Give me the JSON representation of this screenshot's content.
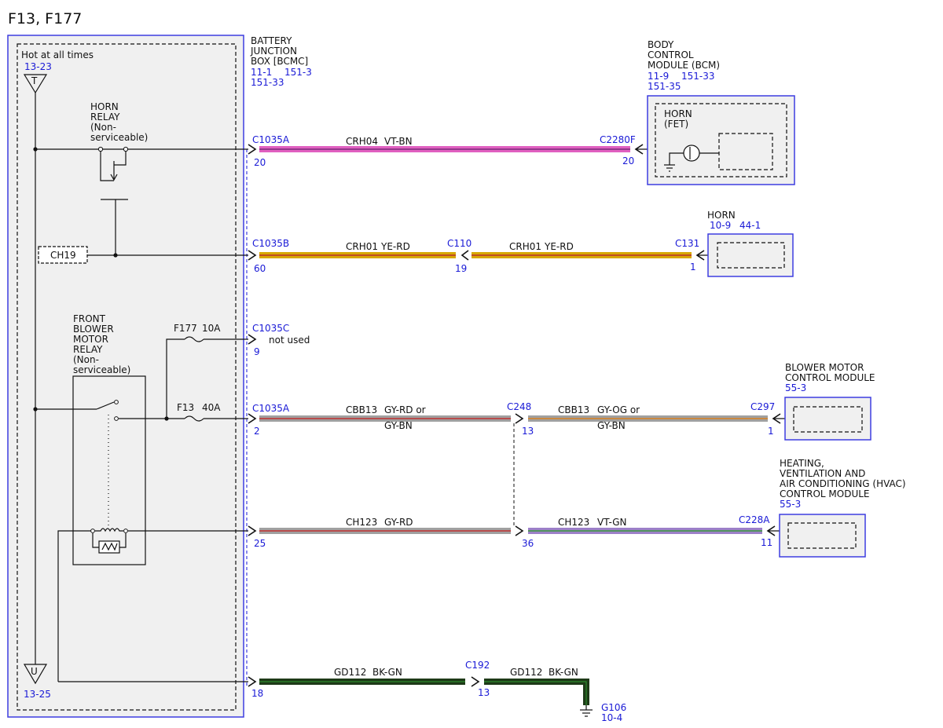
{
  "title": "F13, F177",
  "colors": {
    "boundary_blue": "#3d3de0",
    "ref_blue": "#1a1ad6",
    "wire_vt_bn": "#e060c0",
    "wire_ye_rd": "#d8a800",
    "wire_gy_rd": "#c06060",
    "wire_gy_og": "#b49050",
    "wire_vt_gn": "#9c80c8",
    "wire_bk_gn": "#1e3a18",
    "module_fill": "#f0f0f0"
  },
  "fuse_box": {
    "hot_label": "Hot at all times",
    "top_ref": "13-23",
    "top_terminal": "T",
    "bottom_ref": "13-25",
    "bottom_terminal": "U",
    "horn_relay": [
      "HORN",
      "RELAY",
      "(Non-",
      "serviceable)"
    ],
    "ch19": "CH19",
    "blower_relay": [
      "FRONT",
      "BLOWER",
      "MOTOR",
      "RELAY",
      "(Non-",
      "serviceable)"
    ],
    "fuse_f177": {
      "name": "F177",
      "rating": "10A"
    },
    "fuse_f13": {
      "name": "F13",
      "rating": "40A"
    }
  },
  "bjb": {
    "name": [
      "BATTERY",
      "JUNCTION",
      "BOX [BCMC]"
    ],
    "refs": [
      "11-1",
      "151-3",
      "151-33"
    ]
  },
  "connectors": {
    "c1035a_1": {
      "name": "C1035A",
      "pin": "20"
    },
    "c1035b": {
      "name": "C1035B",
      "pin": "60"
    },
    "c1035c": {
      "name": "C1035C",
      "pin": "9",
      "note": "not used"
    },
    "c1035a_2": {
      "name": "C1035A",
      "pin": "2"
    },
    "pin25": "25",
    "pin18": "18"
  },
  "circuits": {
    "horn_bcm": {
      "circuit": "CRH04",
      "color": "VT-BN",
      "far_connector": "C2280F",
      "far_pin": "20"
    },
    "horn": {
      "circuit1": "CRH01",
      "color1": "YE-RD",
      "inline_connector": "C110",
      "inline_pin": "19",
      "circuit2": "CRH01",
      "color2": "YE-RD",
      "far_connector": "C131",
      "far_pin": "1"
    },
    "blower": {
      "circuit1": "CBB13",
      "color1a": "GY-RD  or",
      "color1b": "GY-BN",
      "inline_connector": "C248",
      "inline_pin": "13",
      "circuit2": "CBB13",
      "color2a": "GY-OG  or",
      "color2b": "GY-BN",
      "far_connector": "C297",
      "far_pin": "1"
    },
    "hvac": {
      "circuit1": "CH123",
      "color1": "GY-RD",
      "inline_pin": "36",
      "circuit2": "CH123",
      "color2": "VT-GN",
      "far_connector": "C228A",
      "far_pin": "11"
    },
    "ground": {
      "circuit1": "GD112",
      "color1": "BK-GN",
      "inline_connector": "C192",
      "inline_pin": "13",
      "circuit2": "GD112",
      "color2": "BK-GN",
      "ground_name": "G106",
      "ground_ref": "10-4"
    }
  },
  "modules": {
    "bcm": {
      "name": [
        "BODY",
        "CONTROL",
        "MODULE (BCM)"
      ],
      "refs": [
        "11-9",
        "151-33",
        "151-35"
      ],
      "inner": [
        "HORN",
        "(FET)"
      ]
    },
    "horn": {
      "name": [
        "HORN"
      ],
      "refs": [
        "10-9",
        "44-1"
      ]
    },
    "blower_cm": {
      "name": [
        "BLOWER MOTOR",
        "CONTROL MODULE"
      ],
      "refs": [
        "55-3"
      ]
    },
    "hvac": {
      "name": [
        "HEATING,",
        "VENTILATION AND",
        "AIR CONDITIONING (HVAC)",
        "CONTROL MODULE"
      ],
      "refs": [
        "55-3"
      ]
    }
  }
}
